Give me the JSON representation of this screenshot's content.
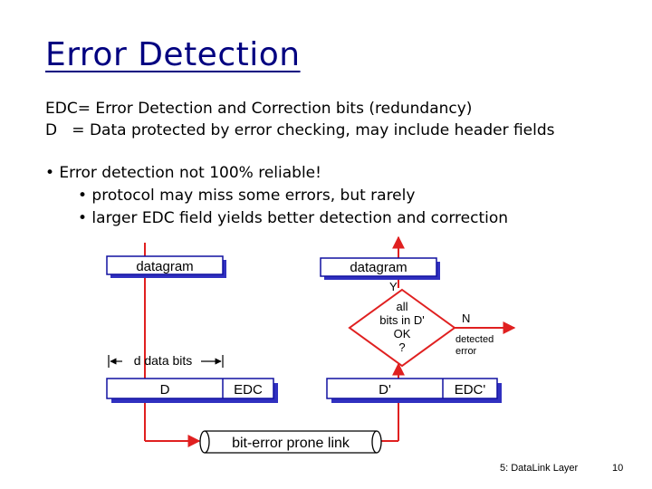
{
  "slide": {
    "title": "Error Detection",
    "defs": [
      "EDC= Error Detection and Correction bits (redundancy)",
      "D   = Data protected by error checking, may include header fields"
    ],
    "bullet": "• Error detection not 100% reliable!",
    "subbullets": [
      "• protocol may miss some errors, but rarely",
      "• larger EDC field yields better detection and correction"
    ],
    "footer_left": "5: DataLink Layer",
    "page_number": "10"
  },
  "diagram": {
    "sender_datagram": "datagram",
    "receiver_datagram": "datagram",
    "d_bits_label": "d data bits",
    "sender_d": "D",
    "sender_edc": "EDC",
    "receiver_d": "D'",
    "receiver_edc": "EDC'",
    "link_label": "bit-error prone link",
    "decision": [
      "all",
      "bits in D'",
      "OK",
      "?"
    ],
    "yes_label": "Y",
    "no_label": "N",
    "error_label": [
      "detected",
      "error"
    ],
    "colors": {
      "arrow": "#e02020",
      "box_border": "#1010a0",
      "box_shadow": "#3030c0",
      "title": "#000080"
    }
  }
}
